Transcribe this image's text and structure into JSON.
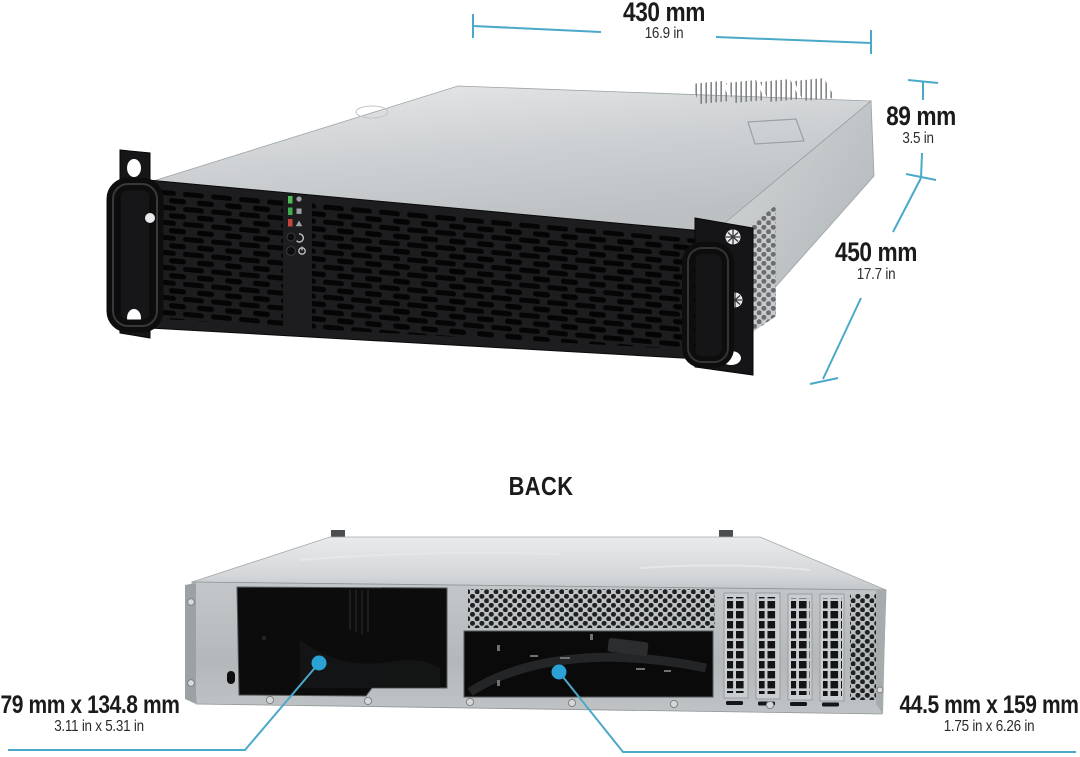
{
  "diagram_title": "Rackmount chassis dimension diagram",
  "colors": {
    "accent_line": "#4aa9c9",
    "leader_dot": "#2ba2d6",
    "text": "#1b1b1d",
    "metal_light": "#dcdedf",
    "metal_mid": "#bfc3c5",
    "front_panel_black": "#1d1d1f",
    "led_green": "#4fbc55",
    "led_red": "#c4463a"
  },
  "front_view": {
    "name": "chassis-front-isometric-view",
    "dimensions": {
      "width": {
        "metric": "430 mm",
        "imperial": "16.9 in"
      },
      "height": {
        "metric": "89 mm",
        "imperial": "3.5 in"
      },
      "depth": {
        "metric": "450 mm",
        "imperial": "17.7 in"
      }
    },
    "icons": {
      "leds": [
        "network-led-icon",
        "hdd-led-icon",
        "alarm-led-icon"
      ],
      "buttons": [
        "reset-icon",
        "power-icon"
      ]
    }
  },
  "back_view": {
    "title": "BACK",
    "cutouts": {
      "io_window": {
        "metric": "79 mm x 134.8 mm",
        "imperial": "3.11 in x 5.31 in"
      },
      "psu_window": {
        "metric": "44.5 mm x 159 mm",
        "imperial": "1.75 in x 6.26 in"
      }
    }
  }
}
